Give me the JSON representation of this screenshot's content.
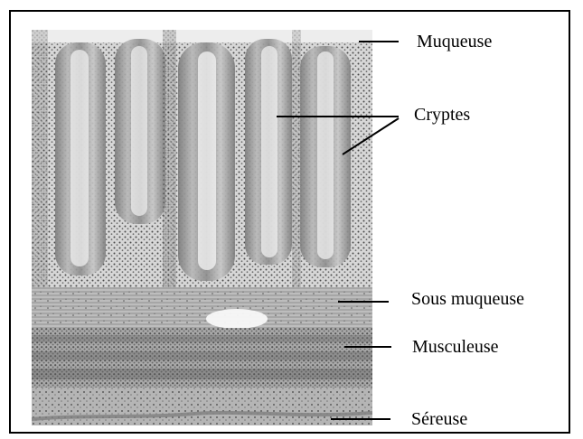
{
  "figure": {
    "labels": {
      "muqueuse": "Muqueuse",
      "cryptes": "Cryptes",
      "sous_muqueuse": "Sous muqueuse",
      "musculeuse": "Musculeuse",
      "sereuse": "Séreuse"
    },
    "colors": {
      "background": "#ffffff",
      "border": "#000000",
      "tissue_light": "#e7e7e7",
      "tissue_mid": "#9b9b9b",
      "tissue_dark": "#3a3a3a"
    }
  }
}
